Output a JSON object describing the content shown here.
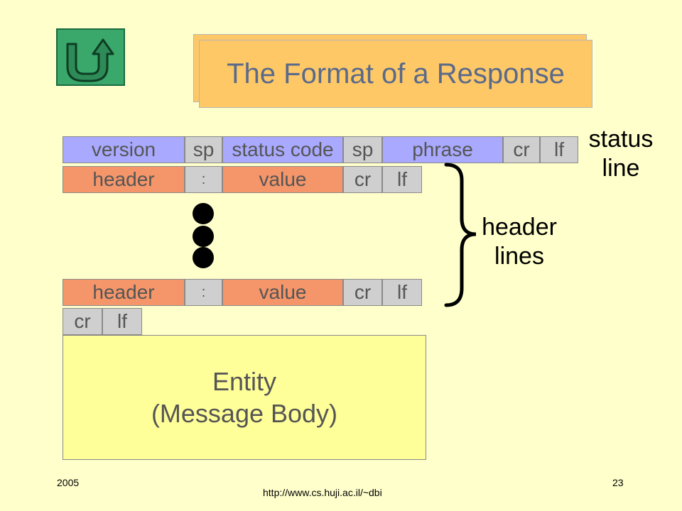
{
  "slide": {
    "title": "The Format of a Response",
    "footer": {
      "year": "2005",
      "url": "http://www.cs.huji.ac.il/~dbi",
      "page_number": "23"
    }
  },
  "status_line": {
    "cells": [
      "version",
      "sp",
      "status code",
      "sp",
      "phrase",
      "cr",
      "lf"
    ],
    "label_line1": "status",
    "label_line2": "line"
  },
  "header_line_1": {
    "cells": [
      "header",
      ":",
      "value",
      "cr",
      "lf"
    ]
  },
  "header_line_2": {
    "cells": [
      "header",
      ":",
      "value",
      "cr",
      "lf"
    ]
  },
  "header_lines_label": {
    "line1": "header",
    "line2": "lines"
  },
  "blank_line": {
    "cells": [
      "cr",
      "lf"
    ]
  },
  "entity": {
    "line1": "Entity",
    "line2": "(Message Body)"
  },
  "icons": {
    "home": "u-turn-arrow-icon"
  },
  "colors": {
    "background": "#FFFFCC",
    "status_cell": "#A9A9FF",
    "header_cell": "#F4966A",
    "neutral_cell": "#CFCFCF",
    "title_box": "#FFC866",
    "entity_box": "#FFFF99",
    "home_button": "#3AA86B"
  }
}
